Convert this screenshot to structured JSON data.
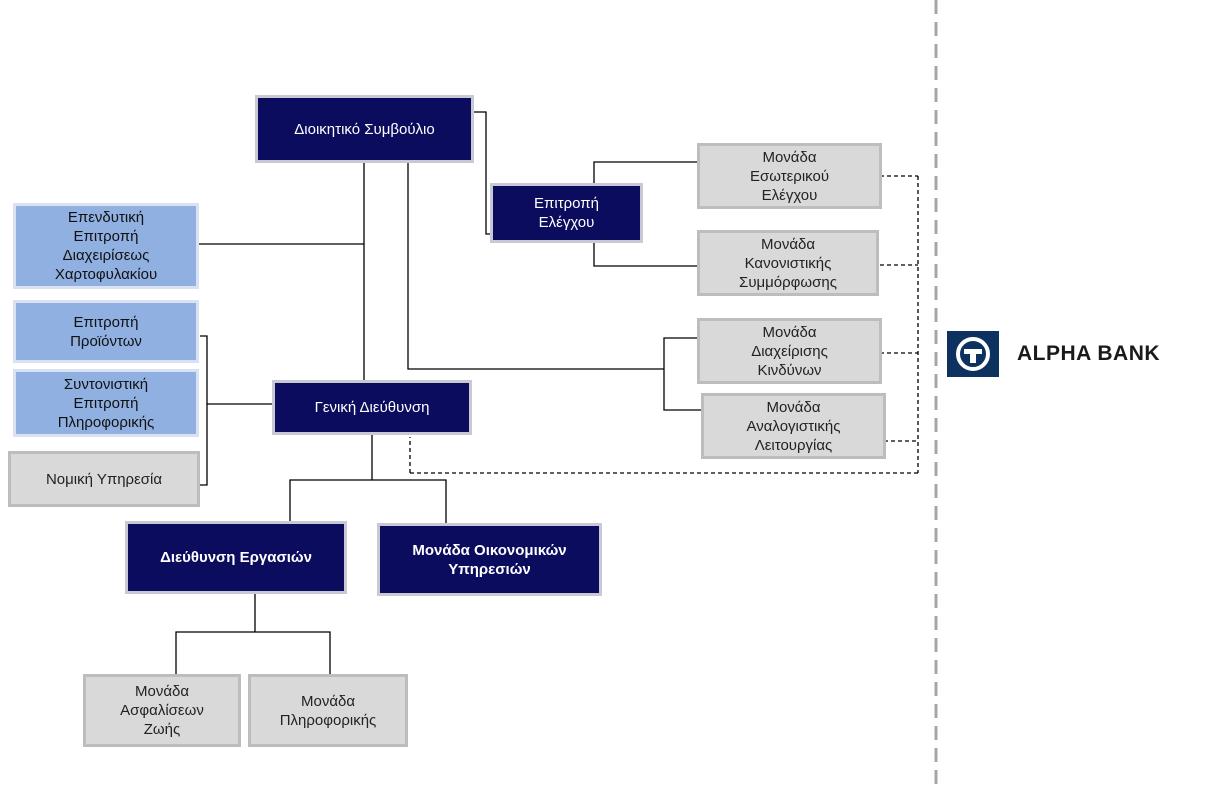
{
  "org_chart": {
    "board": "Διοικητικό Συμβούλιο",
    "audit_committee": "Επιτροπή\nΕλέγχου",
    "internal_audit_unit": "Μονάδα\nΕσωτερικού\nΕλέγχου",
    "compliance_unit": "Μονάδα\nΚανονιστικής\nΣυμμόρφωσης",
    "risk_management_unit": "Μονάδα\nΔιαχείρισης\nΚινδύνων",
    "actuarial_unit": "Μονάδα\nΑναλογιστικής\nΛειτουργίας",
    "investment_committee": "Επενδυτική\nΕπιτροπή\nΔιαχειρίσεως\nΧαρτοφυλακίου",
    "products_committee": "Επιτροπή\nΠροϊόντων",
    "it_steering_committee": "Συντονιστική\nΕπιτροπή\nΠληροφορικής",
    "legal_service": "Νομική Υπηρεσία",
    "general_management": "Γενική Διεύθυνση",
    "operations_division": "Διεύθυνση Εργασιών",
    "financial_services_unit": "Μονάδα Οικονομικών\nΥπηρεσιών",
    "life_insurance_unit": "Μονάδα\nΑσφαλίσεων\nΖωής",
    "it_unit": "Μονάδα\nΠληροφορικής"
  },
  "brand": {
    "name": "ALPHA BANK",
    "logo_icon": "alpha-bank-emblem-icon",
    "logo_color": "#0e3260"
  },
  "colors": {
    "navy_box": "#0b0c5e",
    "blue_box": "#8fb0e0",
    "grey_box": "#d9d9d9",
    "connector": "#000000",
    "separator": "#a6a6a6"
  }
}
